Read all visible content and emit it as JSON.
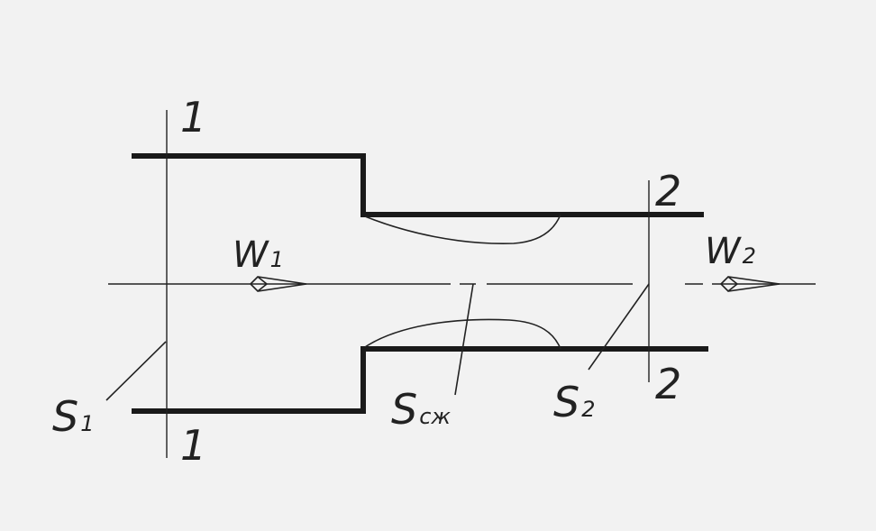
{
  "labels": {
    "section1_top": "1",
    "section1_bottom": "1",
    "section2_top": "2",
    "section2_bottom": "2",
    "w1_main": "W",
    "w1_sub": "1",
    "w2_main": "W",
    "w2_sub": "2",
    "s1_main": "S",
    "s1_sub": "1",
    "scz_main": "S",
    "scz_sub": "сж",
    "s2_main": "S",
    "s2_sub": "2"
  },
  "colors": {
    "background": "#f2f2f2",
    "ink": "#1a1a1a"
  }
}
